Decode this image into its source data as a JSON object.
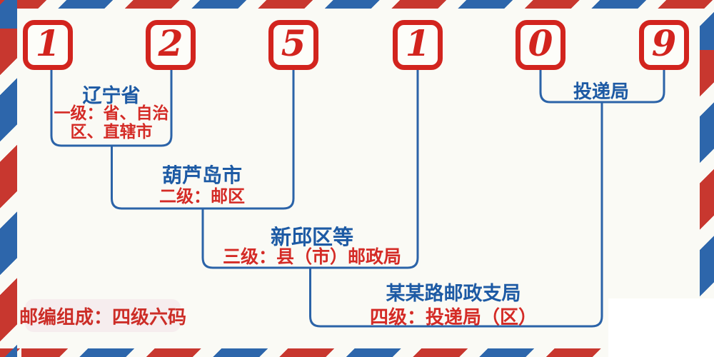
{
  "postal_code": {
    "digits": [
      "1",
      "2",
      "5",
      "1",
      "0",
      "9"
    ]
  },
  "levels": [
    {
      "name": "辽宁省",
      "desc": "一级：省、自治区、直辖市"
    },
    {
      "name": "葫芦岛市",
      "desc": "二级：邮区"
    },
    {
      "name": "新邱区等",
      "desc": "三级：县（市）邮政局"
    },
    {
      "name": "某某路邮政支局",
      "desc": "四级：投递局（区）"
    },
    {
      "name": "投递局"
    }
  ],
  "footer_note": "邮编组成：四级六码",
  "colors": {
    "stripe_red": "#c8372f",
    "stripe_blue": "#2d66ab",
    "box_red": "#d2241e",
    "text_blue": "#1d5aa4",
    "text_red": "#d42b26",
    "connector_blue": "#2b63a8",
    "badge_background": "#f6edee",
    "page_background": "#fafaf5"
  }
}
